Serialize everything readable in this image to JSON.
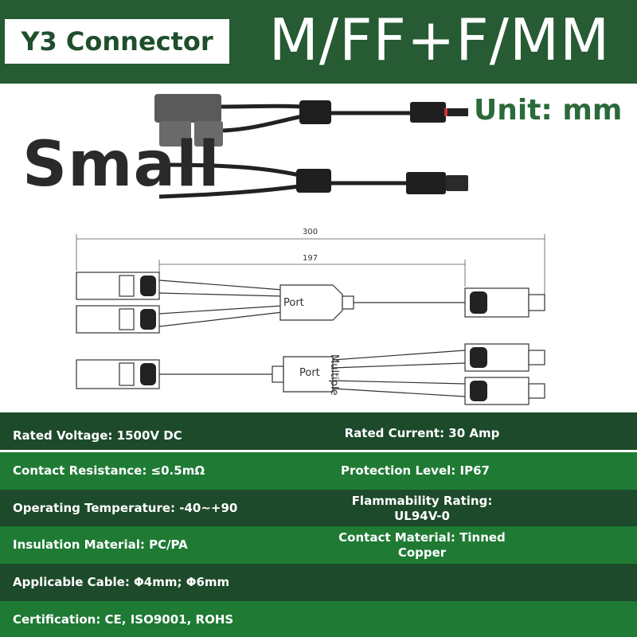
{
  "header": {
    "title": "Y3 Connector",
    "headline": "M/FF+F/MM"
  },
  "unit_label": "Unit: mm",
  "size_label": "Small",
  "diagram": {
    "dim_total": "300",
    "dim_branch": "197",
    "port_label_top": "Port",
    "port_label_bottom": "Port",
    "multiple_label": "Multiple"
  },
  "specs": {
    "rated_voltage": "Rated Voltage: 1500V DC",
    "rated_current": "Rated Current: 30 Amp",
    "contact_resistance": "Contact Resistance: ≤0.5mΩ",
    "protection_level": "Protection Level: IP67",
    "operating_temperature": "Operating Temperature: -40~+90",
    "flammability_line1": "Flammability Rating:",
    "flammability_line2": "UL94V-0",
    "insulation_material": "Insulation Material: PC/PA",
    "contact_material_line1": "Contact Material: Tinned",
    "contact_material_line2": "Copper",
    "applicable_cable": "Applicable Cable: Φ4mm; Φ6mm",
    "certification": "Certification: CE, ISO9001, ROHS"
  },
  "colors": {
    "header_green": "#265b33",
    "row_dark": "#1d4a2a",
    "row_bright": "#1f7a34",
    "title_text": "#1f4e2c",
    "unit_text": "#2b6a3a"
  }
}
